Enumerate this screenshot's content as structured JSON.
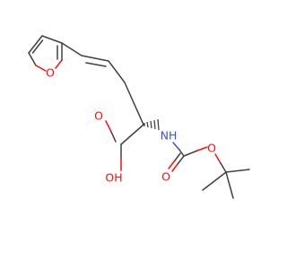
{
  "molecule": {
    "atoms": {
      "furan_o": {
        "label": "O",
        "color": "#ff0d0d"
      },
      "acid_oh": {
        "label": "OH",
        "color": "#ff0d0d"
      },
      "acid_o": {
        "label": "O",
        "color": "#ff0d0d"
      },
      "nh": {
        "label": "NH",
        "color": "#3050f8"
      },
      "carbamate_o": {
        "label": "O",
        "color": "#ff0d0d"
      },
      "ester_o": {
        "label": "O",
        "color": "#ff0d0d"
      }
    },
    "bond_color": "#404040"
  }
}
